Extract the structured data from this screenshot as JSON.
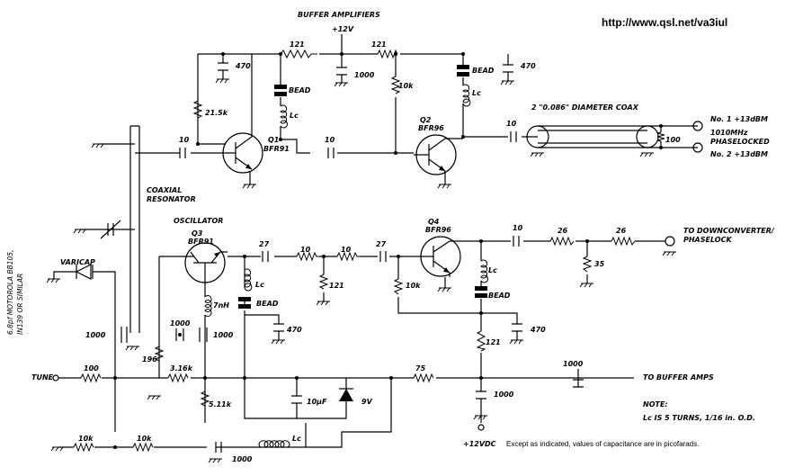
{
  "url": "http://www.qsl.net/va3iul",
  "titles": {
    "buffer_amplifiers": "BUFFER AMPLIFIERS",
    "oscillator": "OSCILLATOR",
    "coaxial_resonator_1": "COAXIAL",
    "coaxial_resonator_2": "RESONATOR",
    "coax": "2 \"0.086\" DIAMETER COAX",
    "varicap": "VARICAP",
    "varicap_note_1": "6.8pf MOTOROLA BB105,",
    "varicap_note_2": "IN139 OR SIMILAR"
  },
  "outputs": {
    "no1": "No. 1  +13dBM",
    "phase_1": "1010MHz",
    "phase_2": "PHASELOCKED",
    "no2": "No. 2  +13dBM",
    "downconv_1": "TO DOWNCONVERTER/",
    "downconv_2": "PHASELOCK",
    "to_buffer": "TO BUFFER AMPS",
    "tune": "TUNE",
    "supply_top": "+12V",
    "supply_bottom": "+12VDC"
  },
  "transistors": {
    "q1": "Q1",
    "q1_type": "BFR91",
    "q2": "Q2",
    "q2_type": "BFR96",
    "q3": "Q3",
    "q3_type": "BFR91",
    "q4": "Q4",
    "q4_type": "BFR96"
  },
  "components": {
    "r121_a": "121",
    "r121_b": "121",
    "c470_a": "470",
    "c1000_a": "1000",
    "c470_b": "470",
    "r21k5": "21.5k",
    "bead_a": "BEAD",
    "lc_a": "Lc",
    "bead_b": "BEAD",
    "lc_b": "Lc",
    "r10k_a": "10k",
    "c10_a": "10",
    "c10_b": "10",
    "c10_c": "10",
    "r100_a": "100",
    "c27_a": "27",
    "r10_a": "10",
    "r10_b": "10",
    "c27_b": "27",
    "r121_c": "121",
    "c10_d": "10",
    "r26_a": "26",
    "r26_b": "26",
    "r35": "35",
    "r10k_b": "10k",
    "lc_c": "Lc",
    "bead_c": "BEAD",
    "l7nh": "7nH",
    "lc_d": "Lc",
    "bead_d": "BEAD",
    "c470_c": "470",
    "c470_d": "470",
    "r121_d": "121",
    "c1000_b": "1000",
    "c1000_c": "1000",
    "c1000_d": "1000",
    "r196": "196",
    "r3k16": "3.16k",
    "r100_b": "100",
    "r75": "75",
    "c1000_e": "1000",
    "c1000_f": "1000",
    "r5k11": "5.11k",
    "c10uf": "10µF",
    "z9v": "9V",
    "r10k_c": "10k",
    "r10k_d": "10k",
    "c1000_g": "1000",
    "lc_e": "Lc"
  },
  "notes": {
    "note_head": "NOTE:",
    "note_body": "Lc IS 5 TURNS,  1/16 in. O.D.",
    "footer": "Except as indicated, values of capacitance are in picofarads."
  }
}
